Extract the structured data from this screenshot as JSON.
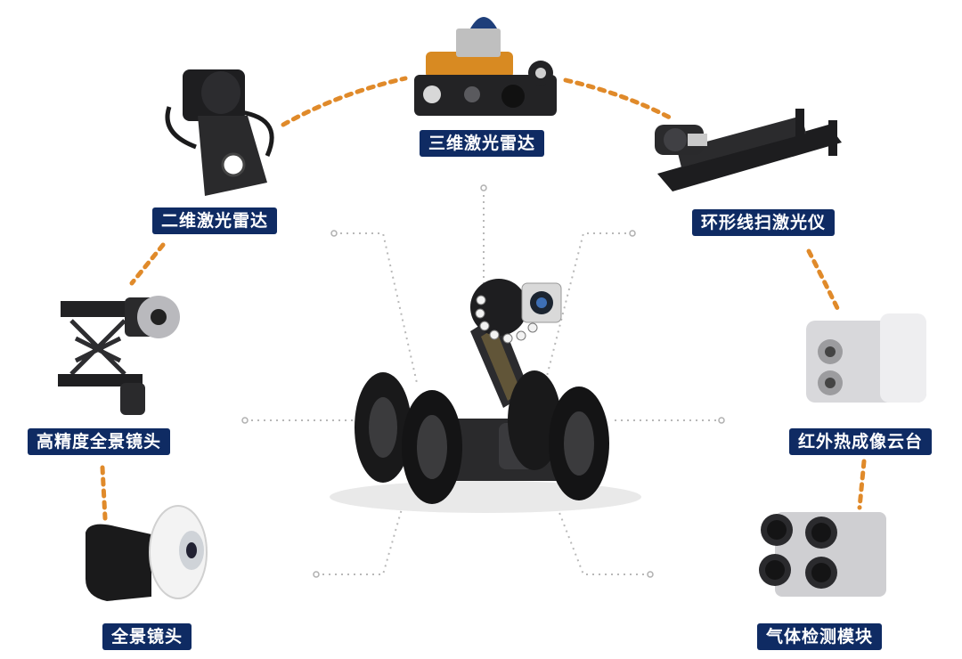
{
  "modules": {
    "lidar_3d": "三维激光雷达",
    "lidar_2d": "二维激光雷达",
    "ring_line_scanner": "环形线扫激光仪",
    "hd_panoramic_lens": "高精度全景镜头",
    "infrared_gimbal": "红外热成像云台",
    "panoramic_lens": "全景镜头",
    "gas_detection": "气体检测模块"
  },
  "colors": {
    "label_bg": "#0f2b63",
    "label_text": "#ffffff",
    "connector_dashed": "#e08a2a",
    "guide_dotted": "#b5b5b5",
    "device_dark": "#1c1c1e",
    "lidar_orange": "#d88a22"
  },
  "icons": {
    "robot": "crawler-robot-icon",
    "lidar_3d": "3d-lidar-icon",
    "lidar_2d": "2d-lidar-icon",
    "ring_line_scanner": "line-scanner-icon",
    "hd_panoramic_lens": "hd-panoramic-lens-icon",
    "infrared_gimbal": "infrared-gimbal-icon",
    "panoramic_lens": "panoramic-lens-icon",
    "gas_detection": "gas-sensor-icon"
  }
}
